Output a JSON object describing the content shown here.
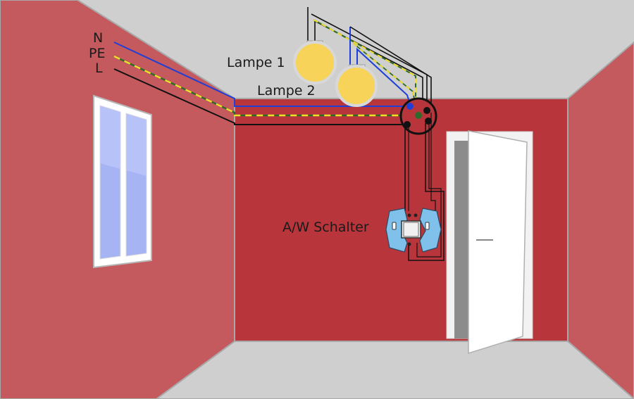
{
  "labels": {
    "n": "N",
    "pe": "PE",
    "l": "L",
    "lamp1": "Lampe 1",
    "lamp2": "Lampe 2",
    "switch": "A/W Schalter"
  },
  "colors": {
    "ceiling": "#cfcfcf",
    "floor": "#cfcfcf",
    "left_wall": "#c45a5e",
    "back_wall": "#b8363b",
    "right_wall": "#c45a5e",
    "wire_n": "#1f3fd6",
    "wire_pe_yellow": "#f2df2a",
    "wire_pe_green": "#2e6a2a",
    "wire_l": "#111111",
    "lamp": "#f7d35a",
    "switch": "#7fc1ea"
  },
  "icons": {
    "window": "window-icon",
    "door": "door-icon",
    "lamp": "lamp-icon",
    "junction_box": "junction-box-icon",
    "switch": "switch-icon"
  }
}
